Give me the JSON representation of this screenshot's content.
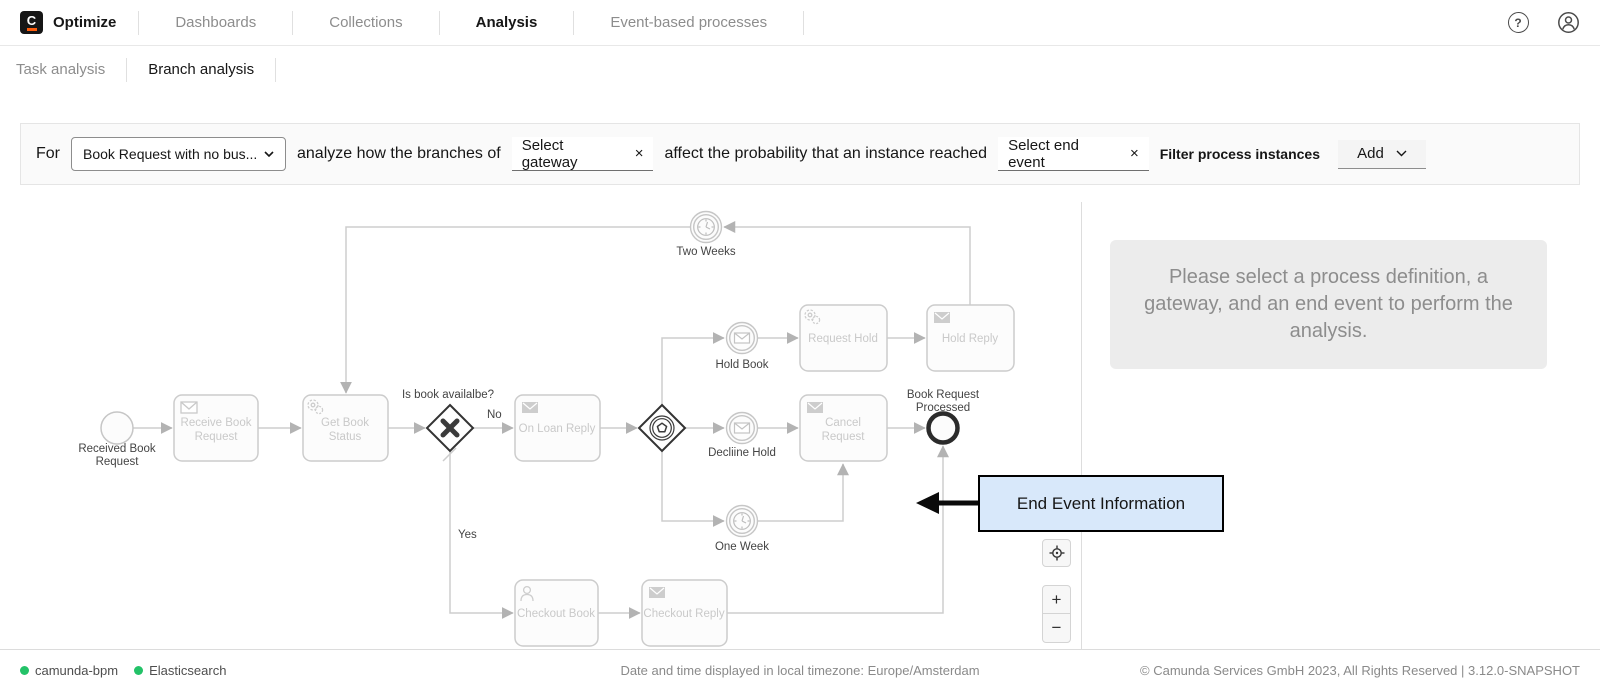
{
  "header": {
    "logo_letter": "C",
    "brand": "Optimize",
    "nav": [
      {
        "label": "Dashboards"
      },
      {
        "label": "Collections"
      },
      {
        "label": "Analysis"
      },
      {
        "label": "Event-based processes"
      }
    ],
    "help_glyph": "?"
  },
  "subnav": [
    {
      "label": "Task analysis"
    },
    {
      "label": "Branch analysis"
    }
  ],
  "filter_bar": {
    "for_label": "For",
    "definition_value": "Book Request with no bus...",
    "text_branches": "analyze how the branches of",
    "gateway_placeholder": "Select gateway",
    "gateway_clear": "×",
    "text_reached": "affect the probability that an instance reached",
    "end_event_placeholder": "Select end event",
    "end_event_clear": "×",
    "filter_label": "Filter process instances",
    "add_label": "Add"
  },
  "diagram": {
    "labels": {
      "start_1": "Received Book",
      "start_2": "Request",
      "receive_1": "Receive Book",
      "receive_2": "Request",
      "get_book_1": "Get Book",
      "get_book_2": "Status",
      "gateway_question": "Is book availalbe?",
      "no": "No",
      "yes": "Yes",
      "on_loan": "On Loan Reply",
      "hold_book": "Hold Book",
      "request_hold": "Request Hold",
      "hold_reply": "Hold Reply",
      "decline_hold": "Decliine Hold",
      "cancel_1": "Cancel",
      "cancel_2": "Request",
      "end_1": "Book Request",
      "end_2": "Processed",
      "two_weeks": "Two Weeks",
      "one_week": "One Week",
      "checkout_book": "Checkout Book",
      "checkout_reply": "Checkout Reply"
    },
    "tooltip": "End Event Information",
    "zoom_in": "+",
    "zoom_out": "−"
  },
  "right_panel": {
    "message": "Please select a process definition, a gateway, and an end event to perform the analysis."
  },
  "footer": {
    "connections": [
      {
        "label": "camunda-bpm"
      },
      {
        "label": "Elasticsearch"
      }
    ],
    "timezone_note": "Date and time displayed in local timezone: Europe/Amsterdam",
    "copyright": "© Camunda Services GmbH 2023, All Rights Reserved | 3.12.0-SNAPSHOT"
  },
  "colors": {
    "brand_orange": "#fc5d0d",
    "status_green": "#23c268",
    "tooltip_blue": "#d8e8fa",
    "selected_dark": "#333333",
    "diagram_gray": "#cccccc"
  }
}
